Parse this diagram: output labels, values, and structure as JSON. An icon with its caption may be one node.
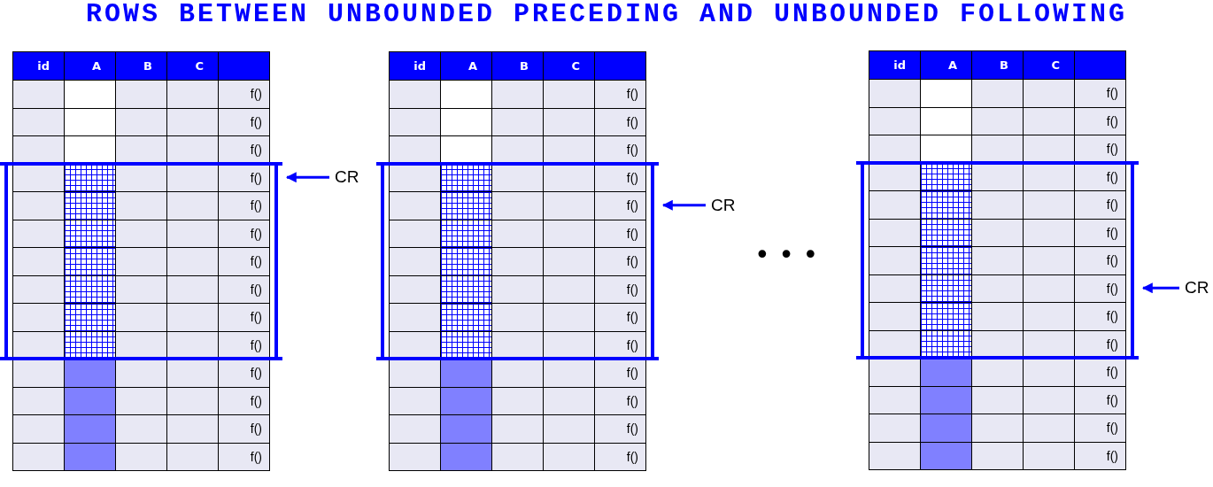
{
  "diagram": {
    "title": "ROWS BETWEEN UNBOUNDED PRECEDING AND UNBOUNDED FOLLOWING",
    "nodes": [
      {
        "text": [],
        "shape": "box"
      },
      {
        "text": [
          "CR"
        ]
      },
      {
        "text": [],
        "shape": "box"
      },
      {
        "text": [
          "CR"
        ]
      },
      {
        "text": [],
        "shape": "box"
      },
      {
        "text": [
          "CR"
        ]
      }
    ],
    "edges": [
      {
        "from": 1,
        "to": 0,
        "arrow": "to"
      },
      {
        "from": 3,
        "to": 2,
        "arrow": "to"
      },
      {
        "from": 5,
        "to": 4,
        "arrow": "to"
      }
    ],
    "labels": [
      "id",
      "A",
      "B",
      "C",
      "f()",
      "f()",
      "f()",
      "f()",
      "f()",
      "f()",
      "f()",
      "f()",
      "f()",
      "f()",
      "f()",
      "f()",
      "f()",
      "f()",
      "id",
      "A",
      "B",
      "C",
      "f()",
      "f()",
      "f()",
      "f()",
      "f()",
      "f()",
      "f()",
      "f()",
      "f()",
      "f()",
      "f()",
      "f()",
      "f()",
      "f()",
      "• • •",
      "id",
      "A",
      "B",
      "C",
      "f()",
      "f()",
      "f()",
      "f()",
      "f()",
      "f()",
      "f()",
      "f()",
      "f()",
      "f()",
      "f()",
      "f()",
      "f()",
      "f()"
    ]
  }
}
